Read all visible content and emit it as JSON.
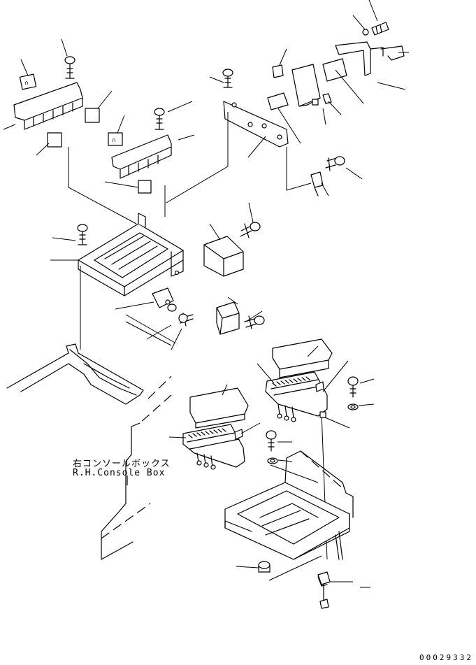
{
  "diagram": {
    "callout_jp": "右コンソールボックス",
    "callout_en": "R.H.Console Box",
    "drawing_number": "00029332"
  }
}
